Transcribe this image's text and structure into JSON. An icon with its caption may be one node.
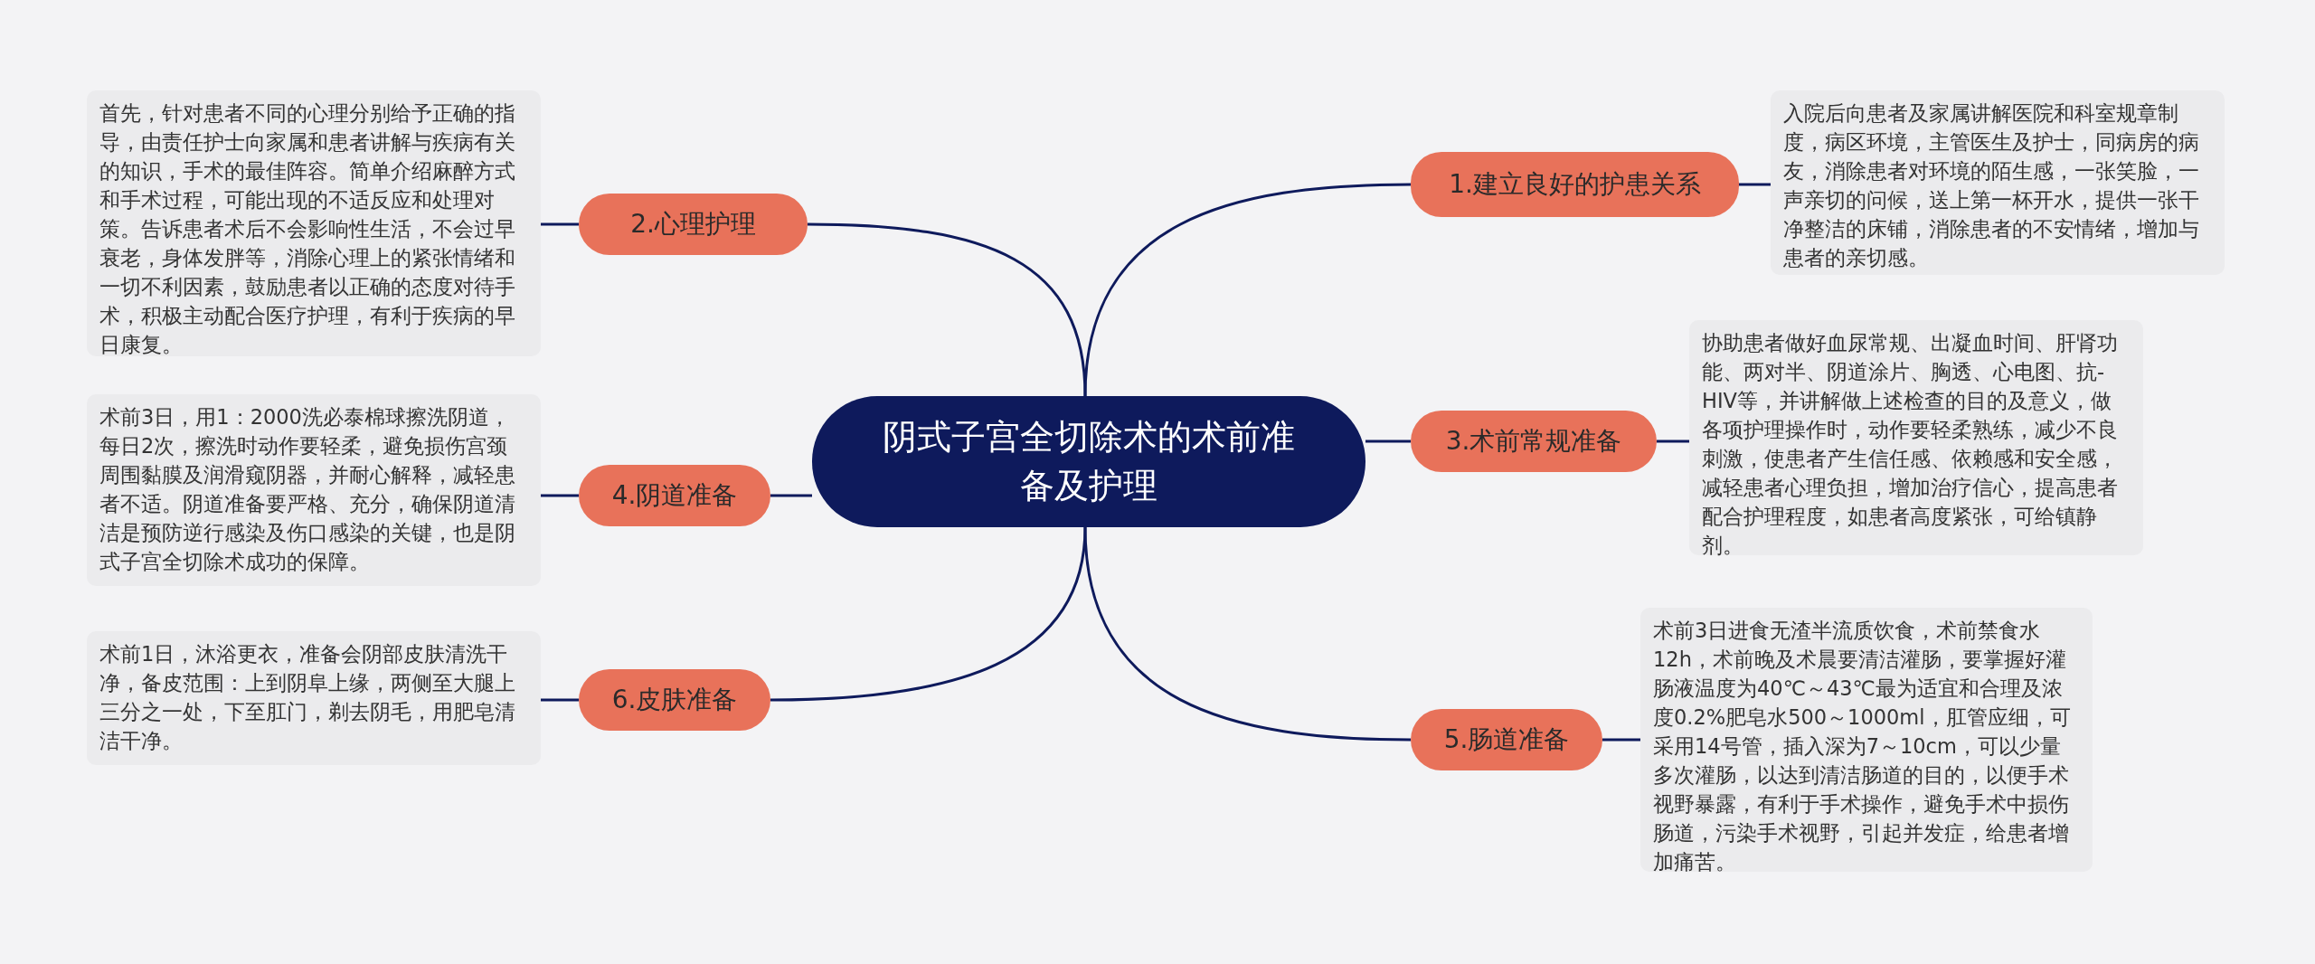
{
  "diagram": {
    "nodes": [
      {
        "text": [
          "阴式子宫全切除术的术前准备及护理"
        ]
      },
      {
        "text": [
          "1.建立良好的护患关系"
        ]
      },
      {
        "text": [
          "入院后向患者及家属讲解医院和科室规章制度，病区环境，主管医生及护士，同病房的病友，消除患者对环境的陌生感，一张笑脸，一声亲切的问候，送上第一杯开水，提供一张干净整洁的床铺，消除患者的不安情绪，增加与患者的亲切感。"
        ]
      },
      {
        "text": [
          "3.术前常规准备"
        ]
      },
      {
        "text": [
          "协助患者做好血尿常规、出凝血时间、肝肾功能、两对半、阴道涂片、胸透、心电图、抗-HIV等，并讲解做上述检查的目的及意义，做各项护理操作时，动作要轻柔熟练，减少不良刺激，使患者产生信任感、依赖感和安全感，减轻患者心理负担，增加治疗信心，提高患者配合护理程度，如患者高度紧张，可给镇静剂。"
        ]
      },
      {
        "text": [
          "5.肠道准备"
        ]
      },
      {
        "text": [
          "术前3日进食无渣半流质饮食，术前禁食水12h，术前晚及术晨要清洁灌肠，要掌握好灌肠液温度为40℃～43℃最为适宜和合理及浓度0.2%肥皂水500～1000ml，肛管应细，可采用14号管，插入深为7～10cm，可以少量多次灌肠，以达到清洁肠道的目的，以便手术视野暴露，有利于手术操作，避免手术中损伤肠道，污染手术视野，引起并发症，给患者增加痛苦。"
        ]
      },
      {
        "text": [
          "2.心理护理"
        ]
      },
      {
        "text": [
          "首先，针对患者不同的心理分别给予正确的指导，由责任护士向家属和患者讲解与疾病有关的知识，手术的最佳阵容。简单介绍麻醉方式和手术过程，可能出现的不适反应和处理对策。告诉患者术后不会影响性生活，不会过早衰老，身体发胖等，消除心理上的紧张情绪和一切不利因素，鼓励患者以正确的态度对待手术，积极主动配合医疗护理，有利于疾病的早日康复。"
        ]
      },
      {
        "text": [
          "4.阴道准备"
        ]
      },
      {
        "text": [
          "术前3日，用1：2000洗必泰棉球擦洗阴道，每日2次，擦洗时动作要轻柔，避免损伤宫颈周围黏膜及润滑窥阴器，并耐心解释，减轻患者不适。阴道准备要严格、充分，确保阴道清洁是预防逆行感染及伤口感染的关键，也是阴式子宫全切除术成功的保障。"
        ]
      },
      {
        "text": [
          "6.皮肤准备"
        ]
      },
      {
        "text": [
          "术前1日，沐浴更衣，准备会阴部皮肤清洗干净，备皮范围：上到阴阜上缘，两侧至大腿上三分之一处，下至肛门，剃去阴毛，用肥皂清洁干净。"
        ]
      }
    ],
    "edges": [
      {
        "from": 0,
        "to": 1,
        "arrow": "none"
      },
      {
        "from": 1,
        "to": 2,
        "arrow": "none"
      },
      {
        "from": 0,
        "to": 3,
        "arrow": "none"
      },
      {
        "from": 3,
        "to": 4,
        "arrow": "none"
      },
      {
        "from": 0,
        "to": 5,
        "arrow": "none"
      },
      {
        "from": 5,
        "to": 6,
        "arrow": "none"
      },
      {
        "from": 0,
        "to": 7,
        "arrow": "none"
      },
      {
        "from": 7,
        "to": 8,
        "arrow": "none"
      },
      {
        "from": 0,
        "to": 9,
        "arrow": "none"
      },
      {
        "from": 9,
        "to": 10,
        "arrow": "none"
      },
      {
        "from": 0,
        "to": 11,
        "arrow": "none"
      },
      {
        "from": 11,
        "to": 12,
        "arrow": "none"
      }
    ]
  }
}
